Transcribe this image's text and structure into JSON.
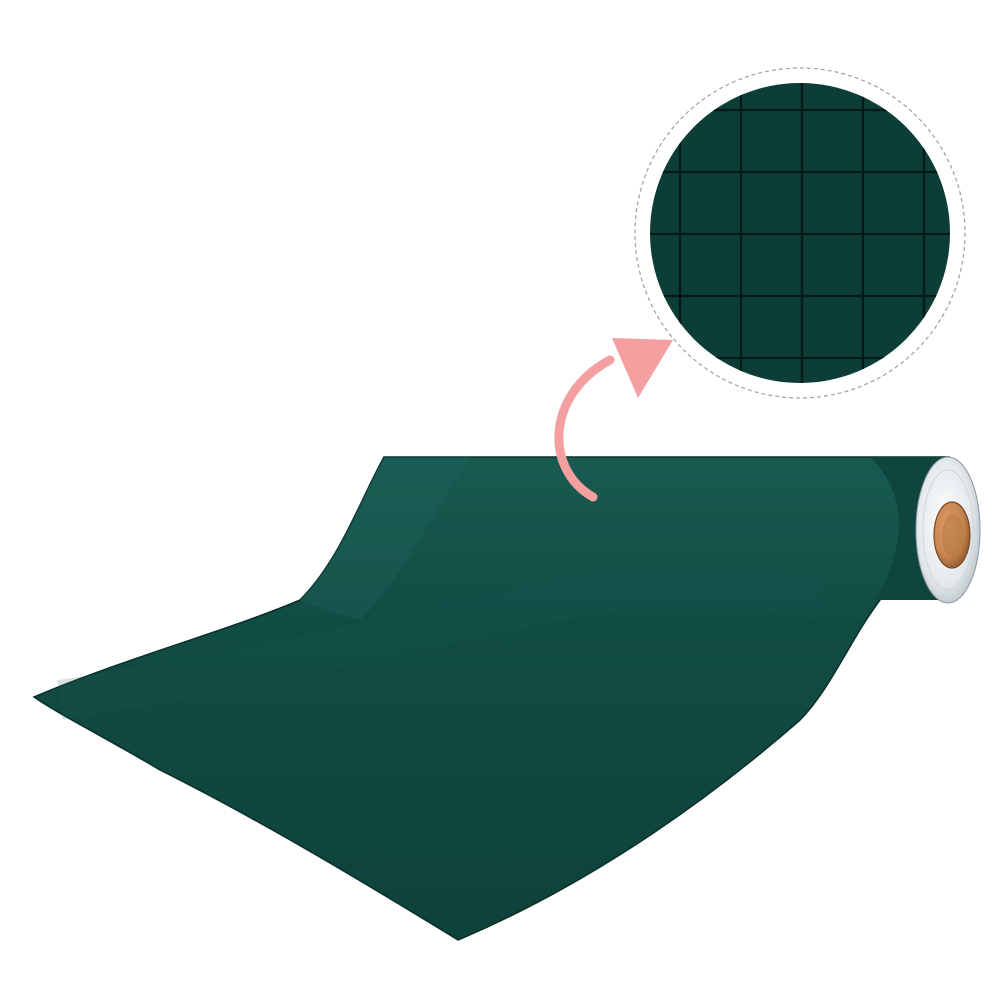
{
  "product": {
    "name": "chalkboard-contact-paper-roll",
    "sheet_color": "#0f4a42",
    "sheet_shadow_color": "#0a3a33",
    "sheet_highlight_color": "#1b5d54",
    "roll_end_color": "#e8ecef",
    "core_color": "#c98a55"
  },
  "zoom_inset": {
    "shows": "backing-grid-detail",
    "fill_color": "#0c3d36",
    "grid_line_color": "#041a17",
    "border_color": "#a0a0a0",
    "grid_columns": 5,
    "grid_rows": 5
  },
  "pointer_arrow": {
    "color": "#f4a0a0",
    "direction": "from-sheet-to-inset"
  },
  "background_color": "#ffffff"
}
